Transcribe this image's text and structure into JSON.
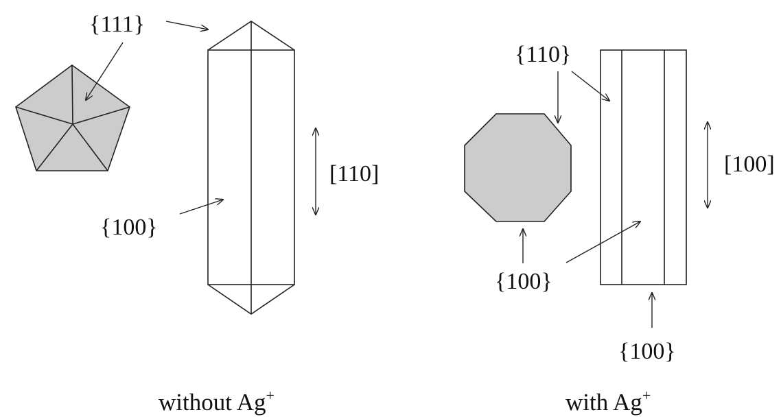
{
  "labels": {
    "left_111": "{111}",
    "left_100": "{100}",
    "left_direction": "[110]",
    "right_110": "{110}",
    "right_direction": "[100]",
    "right_100_octagon": "{100}",
    "right_100_bottom": "{100}"
  },
  "captions": {
    "left": {
      "text": "without Ag",
      "superscript": "+"
    },
    "right": {
      "text": "with Ag",
      "superscript": "+"
    }
  },
  "colors": {
    "line": "#222222",
    "facet_fill": "#cccccc",
    "background": "#ffffff"
  }
}
